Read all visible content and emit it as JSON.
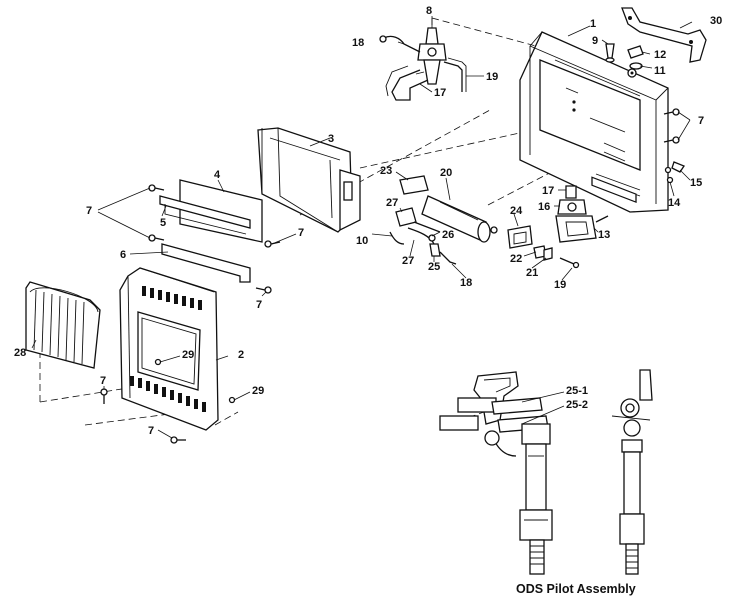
{
  "diagram": {
    "caption": "ODS Pilot Assembly",
    "callouts": {
      "c1": "1",
      "c2": "2",
      "c3": "3",
      "c4": "4",
      "c5": "5",
      "c6": "6",
      "c7a": "7",
      "c7b": "7",
      "c7c": "7",
      "c7d": "7",
      "c7e": "7",
      "c7f": "7",
      "c8": "8",
      "c9": "9",
      "c10": "10",
      "c11": "11",
      "c12": "12",
      "c13": "13",
      "c14": "14",
      "c15": "15",
      "c16": "16",
      "c17a": "17",
      "c17b": "17",
      "c18a": "18",
      "c18b": "18",
      "c19a": "19",
      "c19b": "19",
      "c20": "20",
      "c21": "21",
      "c22": "22",
      "c23": "23",
      "c24": "24",
      "c25": "25",
      "c26": "26",
      "c27a": "27",
      "c27b": "27",
      "c28": "28",
      "c29a": "29",
      "c29b": "29",
      "c30": "30",
      "c25_1": "25-1",
      "c25_2": "25-2"
    }
  }
}
